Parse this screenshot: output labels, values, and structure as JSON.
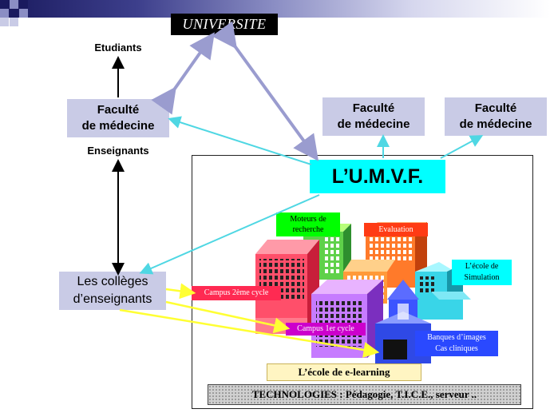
{
  "title": "UNIVERSITE",
  "labels": {
    "etudiants": "Etudiants",
    "enseignants": "Enseignants"
  },
  "faculties": [
    {
      "line1": "Faculté",
      "line2": "de médecine"
    },
    {
      "line1": "Faculté",
      "line2": "de médecine"
    },
    {
      "line1": "Faculté",
      "line2": "de médecine"
    }
  ],
  "umvf": "L’U.M.V.F.",
  "colleges": {
    "line1": "Les collèges",
    "line2": "d’enseignants"
  },
  "modules": {
    "moteurs": {
      "line1": "Moteurs de",
      "line2": "recherche"
    },
    "evaluation": "Evaluation",
    "simulation": {
      "line1": "L’école de",
      "line2": "Simulation"
    },
    "campus2": "Campus 2ème cycle",
    "campus1": "Campus 1er cycle",
    "banques": {
      "line1": "Banques d’images",
      "line2": "Cas cliniques"
    }
  },
  "elearning": "L’école de e-learning",
  "technologies": "TECHNOLOGIES : Pédagogie, T.I.C.E., serveur ..",
  "colors": {
    "header_gradient_start": "#1a1a5e",
    "lavender": "#c9cbe6",
    "cyan": "#00ffff",
    "arrow_lavender": "#9a9ccf",
    "arrow_cyan": "#4fd7e3",
    "arrow_yellow": "#ffff33"
  }
}
